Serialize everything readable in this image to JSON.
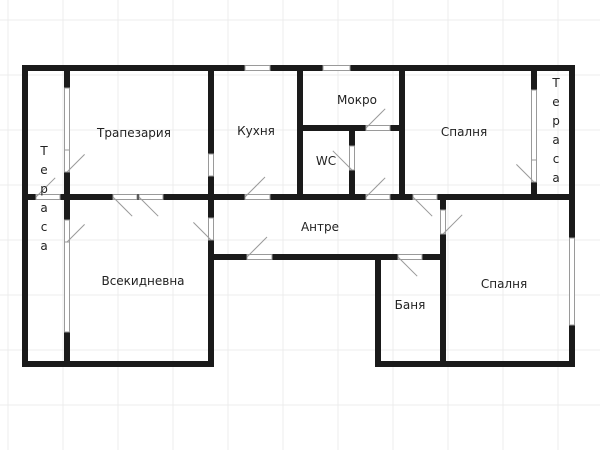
{
  "rooms": {
    "terrace_left": "Тераса",
    "dining": "Трапезария",
    "kitchen": "Кухня",
    "utility": "Мокро",
    "wc": "WC",
    "bedroom_top": "Спалня",
    "terrace_right": "Тераса",
    "hall": "Антре",
    "living": "Всекидневна",
    "bathroom": "Баня",
    "bedroom_bottom": "Спалня"
  },
  "colors": {
    "wall": "#1a1a1a",
    "grid": "#ececec",
    "opening": "#9a9a9a"
  }
}
